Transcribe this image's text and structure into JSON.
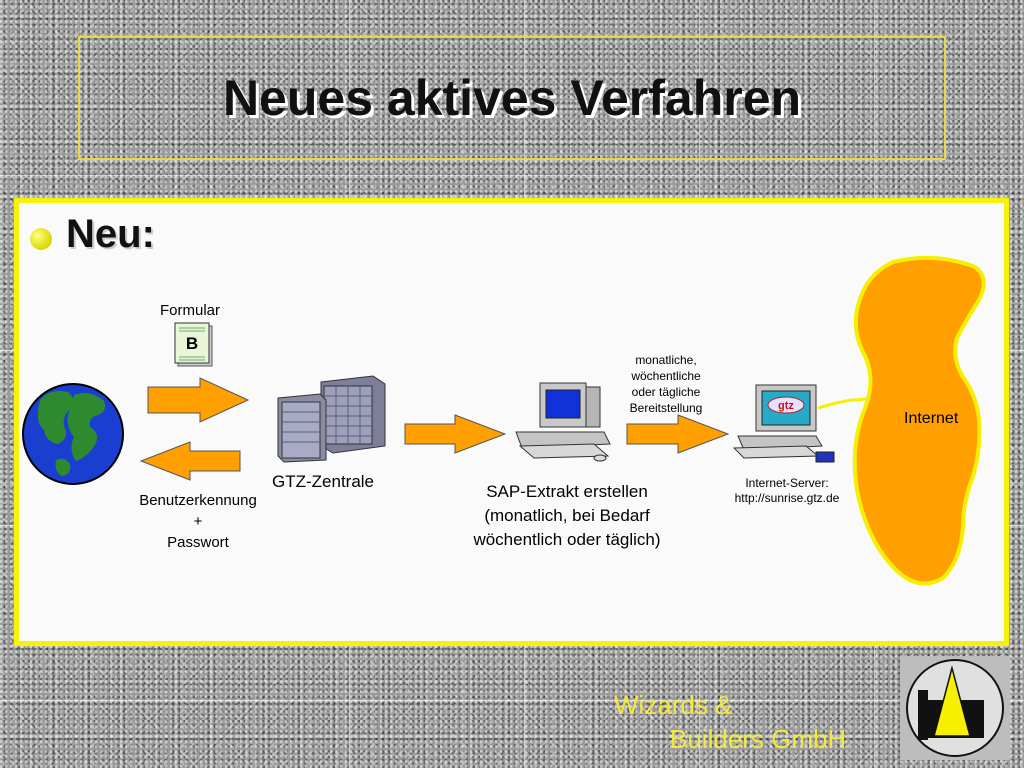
{
  "slide": {
    "title": "Neues aktives Verfahren",
    "bullet": "Neu:"
  },
  "diagram": {
    "form_label": "Formular",
    "form_letter": "B",
    "login_label_line1": "Benutzerkennung",
    "login_label_line2": "+",
    "login_label_line3": "Passwort",
    "hq_label": "GTZ-Zentrale",
    "sap_line1": "SAP-Extrakt erstellen",
    "sap_line2": "(monatlich, bei Bedarf",
    "sap_line3": "wöchentlich oder täglich)",
    "provision_line1": "monatliche,",
    "provision_line2": "wöchentliche",
    "provision_line3": "oder tägliche",
    "provision_line4": "Bereitstellung",
    "server_line1": "Internet-Server:",
    "server_line2": "http://sunrise.gtz.de",
    "server_screen_text": "gtz",
    "internet_label": "Internet"
  },
  "footer": {
    "company_line1": "Wizards &",
    "company_line2": "Builders GmbH"
  },
  "colors": {
    "panel_border": "#f7f20a",
    "arrow_fill": "#ff9f00",
    "cloud_fill": "#ff9f00",
    "cloud_border": "#f5ef00",
    "footer_text": "#f3e93a",
    "globe_ocean": "#1a3fd0",
    "globe_land": "#2e8a2e"
  },
  "icons": [
    "globe-icon",
    "form-icon",
    "building-icon",
    "computer-icon",
    "server-computer-icon",
    "cloud-icon",
    "logo-icon"
  ]
}
